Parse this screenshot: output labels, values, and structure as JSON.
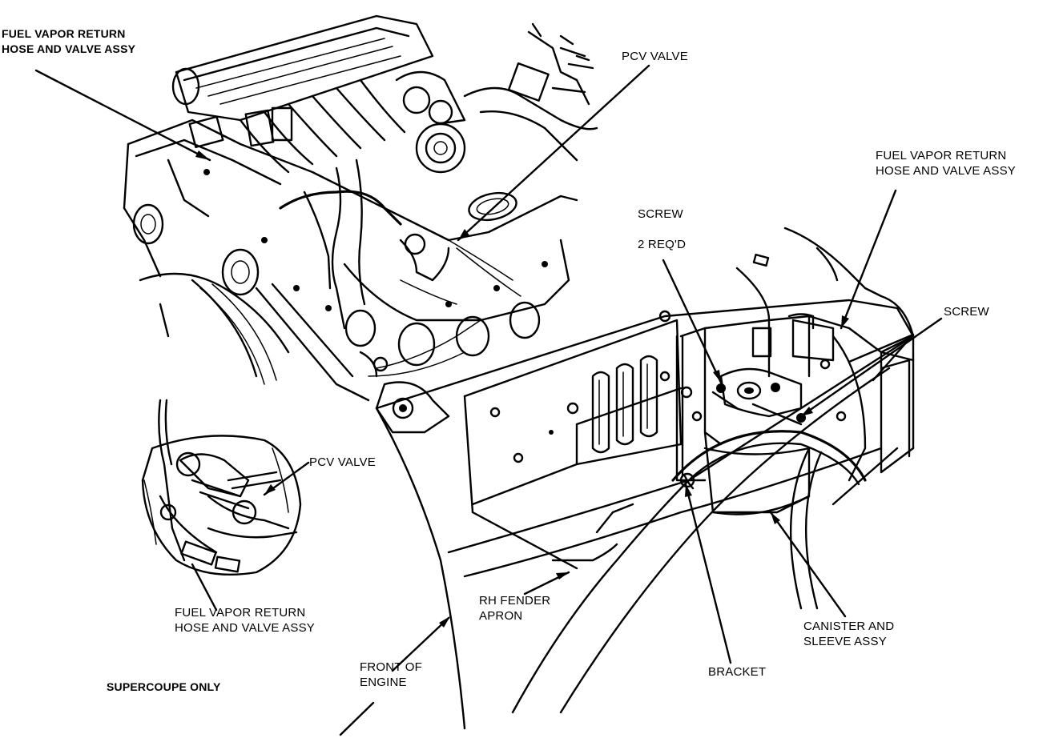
{
  "labels": {
    "fuel_vapor_top_left": [
      "FUEL VAPOR RETURN",
      "HOSE AND VALVE ASSY"
    ],
    "pcv_valve_top": "PCV VALVE",
    "fuel_vapor_right": [
      "FUEL VAPOR RETURN",
      "HOSE AND VALVE ASSY"
    ],
    "screw_top": "SCREW",
    "screw_qty": "2 REQ'D",
    "screw_right": "SCREW",
    "pcv_valve_inset": "PCV VALVE",
    "fuel_vapor_inset": [
      "FUEL VAPOR RETURN",
      "HOSE AND VALVE ASSY"
    ],
    "rh_fender_apron": [
      "RH FENDER",
      "APRON"
    ],
    "canister": [
      "CANISTER AND",
      "SLEEVE ASSY"
    ],
    "front_of_engine": [
      "FRONT OF",
      "ENGINE"
    ],
    "bracket": "BRACKET",
    "supercoupe": "SUPERCOUPE ONLY"
  }
}
